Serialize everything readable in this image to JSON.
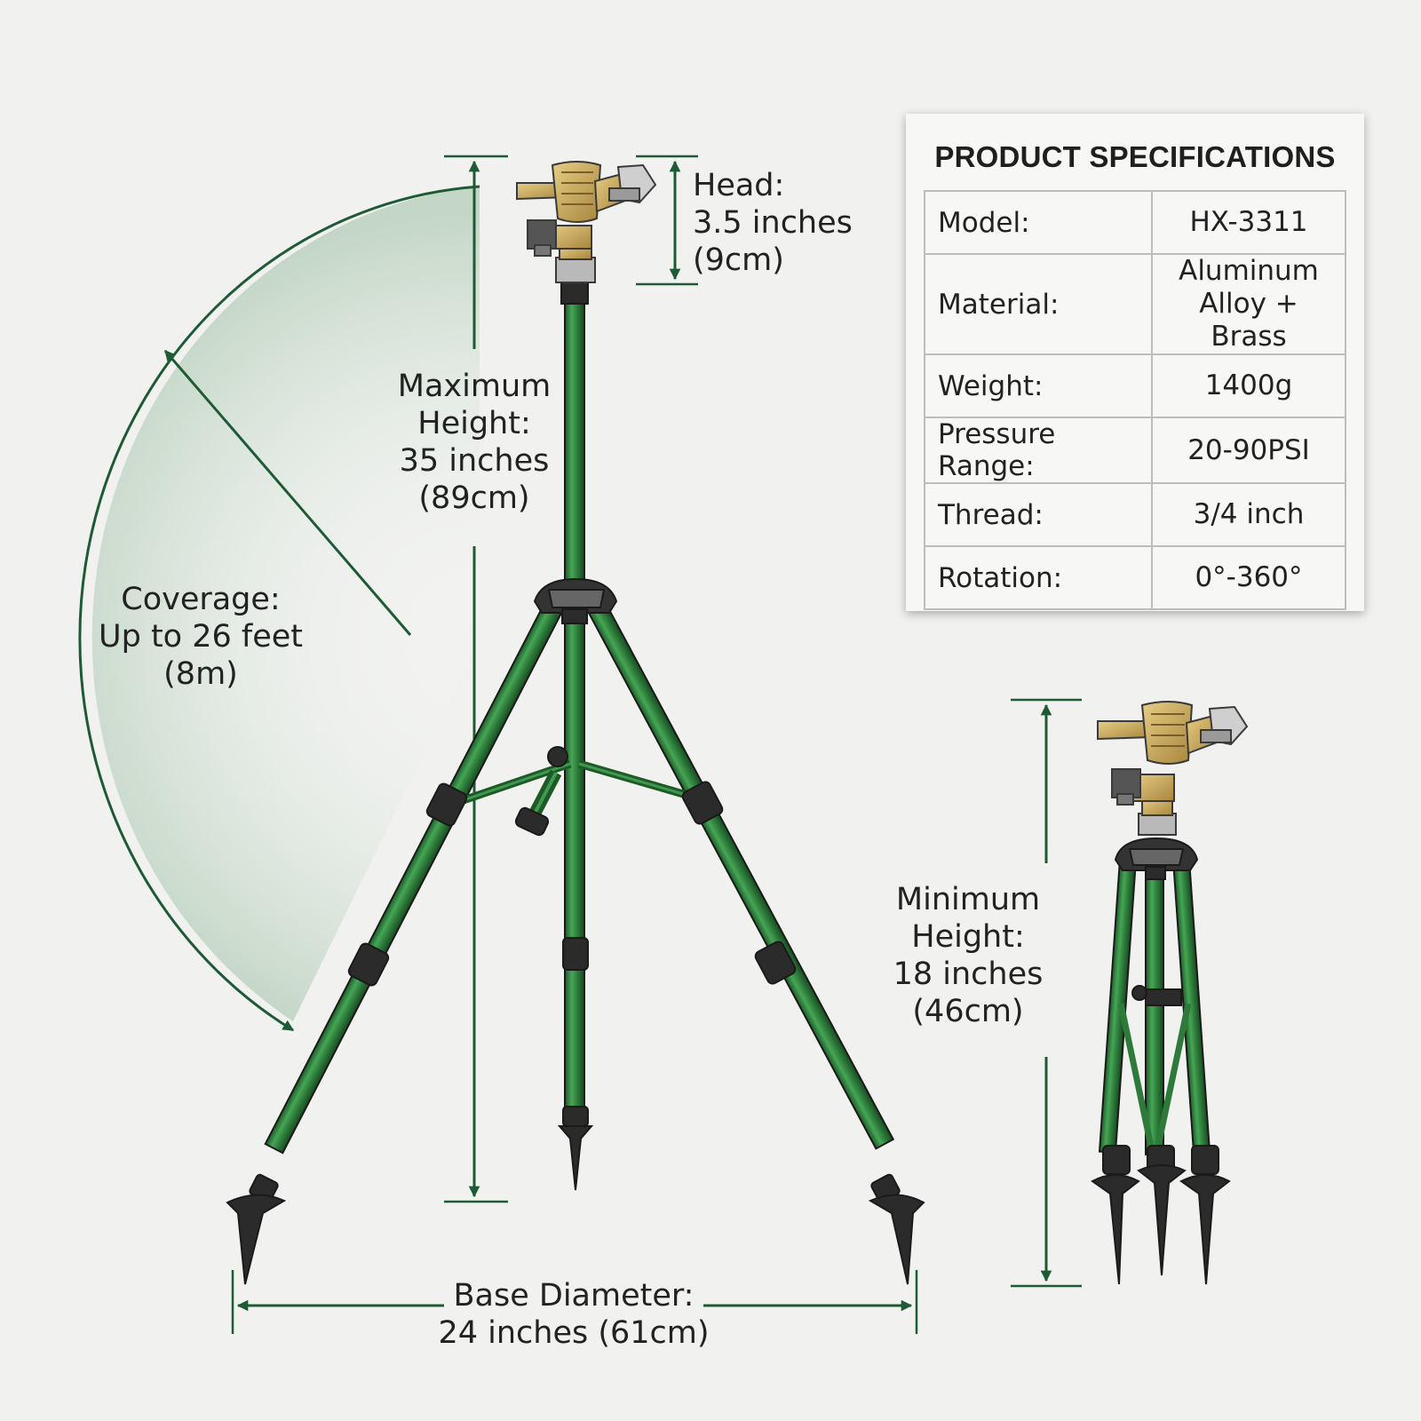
{
  "labels": {
    "head": [
      "Head:",
      "3.5 inches",
      "(9cm)"
    ],
    "max_height": [
      "Maximum",
      "Height:",
      "35 inches",
      "(89cm)"
    ],
    "coverage": [
      "Coverage:",
      "Up to 26 feet",
      "(8m)"
    ],
    "min_height": [
      "Minimum",
      "Height:",
      "18 inches",
      "(46cm)"
    ],
    "base": [
      "Base Diameter:",
      "24 inches (61cm)"
    ]
  },
  "specs": {
    "title": "PRODUCT SPECIFICATIONS",
    "rows": [
      {
        "key": "Model:",
        "value": [
          "HX-3311"
        ]
      },
      {
        "key": "Material:",
        "value": [
          "Aluminum",
          "Alloy + Brass"
        ]
      },
      {
        "key": "Weight:",
        "value": [
          "1400g"
        ]
      },
      {
        "key": "Pressure Range:",
        "value": [
          "20-90PSI"
        ]
      },
      {
        "key": "Thread:",
        "value": [
          "3/4 inch"
        ]
      },
      {
        "key": "Rotation:",
        "value": [
          "0°-360°"
        ]
      }
    ]
  },
  "colors": {
    "leg_green": "#2d7a3a",
    "arrow_green": "#1e5a34",
    "brass": "#c9a85a",
    "clamp": "#2b2b2b",
    "background": "#f1f1f0"
  }
}
